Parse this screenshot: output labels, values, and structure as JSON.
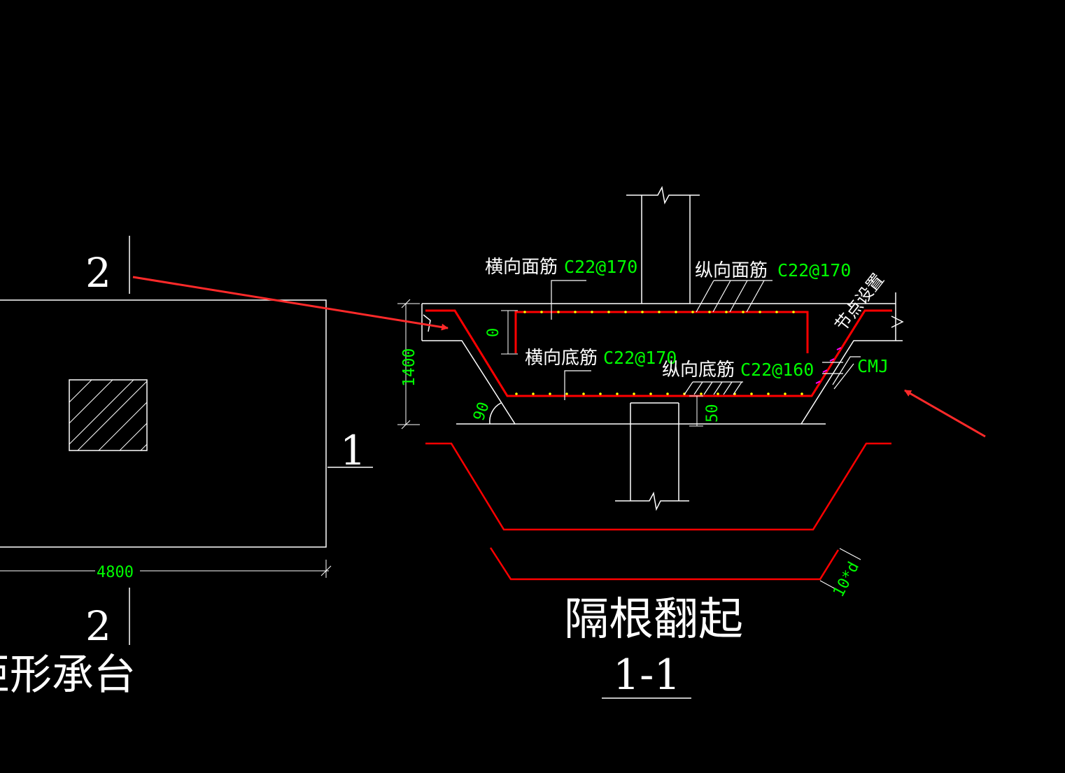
{
  "colors": {
    "background": "#000000",
    "line": "#ffffff",
    "rebar": "#ff0000",
    "dimension": "#00ff00",
    "annotation_arrow": "#ff2a2a",
    "accent": "#ff00ff"
  },
  "plan": {
    "section_mark_top": "2",
    "section_mark_bottom": "2",
    "section_mark_right": "1",
    "width_dim": "4800",
    "title_partial": "矩形承台"
  },
  "section": {
    "labels": {
      "transverse_top": "横向面筋",
      "transverse_top_spec": "C22@170",
      "longitudinal_top": "纵向面筋",
      "longitudinal_top_spec": "C22@170",
      "transverse_bottom": "横向底筋",
      "transverse_bottom_spec": "C22@170",
      "longitudinal_bottom": "纵向底筋",
      "longitudinal_bottom_spec": "C22@160",
      "node_setting": "节点设置",
      "cmj": "CMJ"
    },
    "dims": {
      "height": "1400",
      "zero": "0",
      "angle": "90",
      "cover": "50",
      "hook": "10*d"
    },
    "title": "隔根翻起",
    "section_name": "1-1"
  }
}
